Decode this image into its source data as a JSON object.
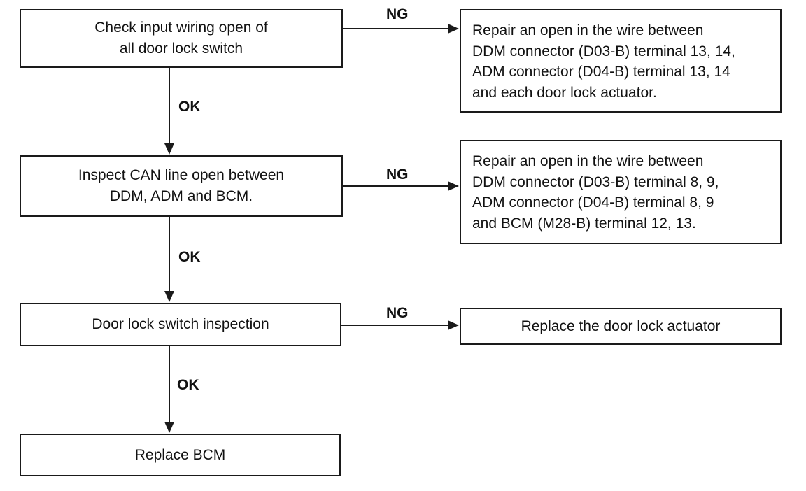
{
  "steps": [
    {
      "text": "Check input wiring open of\nall door lock switch"
    },
    {
      "text": "Inspect CAN line open between\nDDM, ADM and BCM."
    },
    {
      "text": "Door lock switch inspection"
    },
    {
      "text": "Replace BCM"
    }
  ],
  "results": [
    {
      "text": "Repair an open in the wire between\nDDM connector (D03-B) terminal 13, 14,\nADM connector (D04-B) terminal 13, 14\nand each door lock actuator."
    },
    {
      "text": "Repair an open in the wire between\nDDM connector (D03-B) terminal 8, 9,\nADM connector (D04-B) terminal 8, 9\nand BCM (M28-B) terminal 12, 13."
    },
    {
      "text": "Replace the door lock actuator"
    }
  ],
  "labels": {
    "ok": "OK",
    "ng": "NG"
  }
}
